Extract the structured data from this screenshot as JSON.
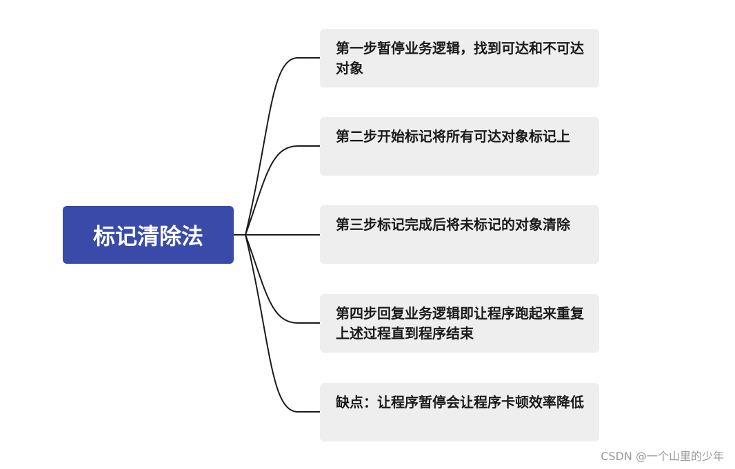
{
  "root": {
    "label": "标记清除法",
    "color": "#3a4aa8"
  },
  "children": [
    {
      "label": "第一步暂停业务逻辑，找到可达和不可达对象"
    },
    {
      "label": "第二步开始标记将所有可达对象标记上"
    },
    {
      "label": "第三步标记完成后将未标记的对象清除"
    },
    {
      "label": "第四步回复业务逻辑即让程序跑起来重复上述过程直到程序结束"
    },
    {
      "label": "缺点：让程序暂停会让程序卡顿效率降低"
    }
  ],
  "watermark": "CSDN @一个山里的少年",
  "colors": {
    "root_fill": "#3a4aa8",
    "child_fill": "#eeeeee",
    "connector": "#1a1a1a"
  }
}
